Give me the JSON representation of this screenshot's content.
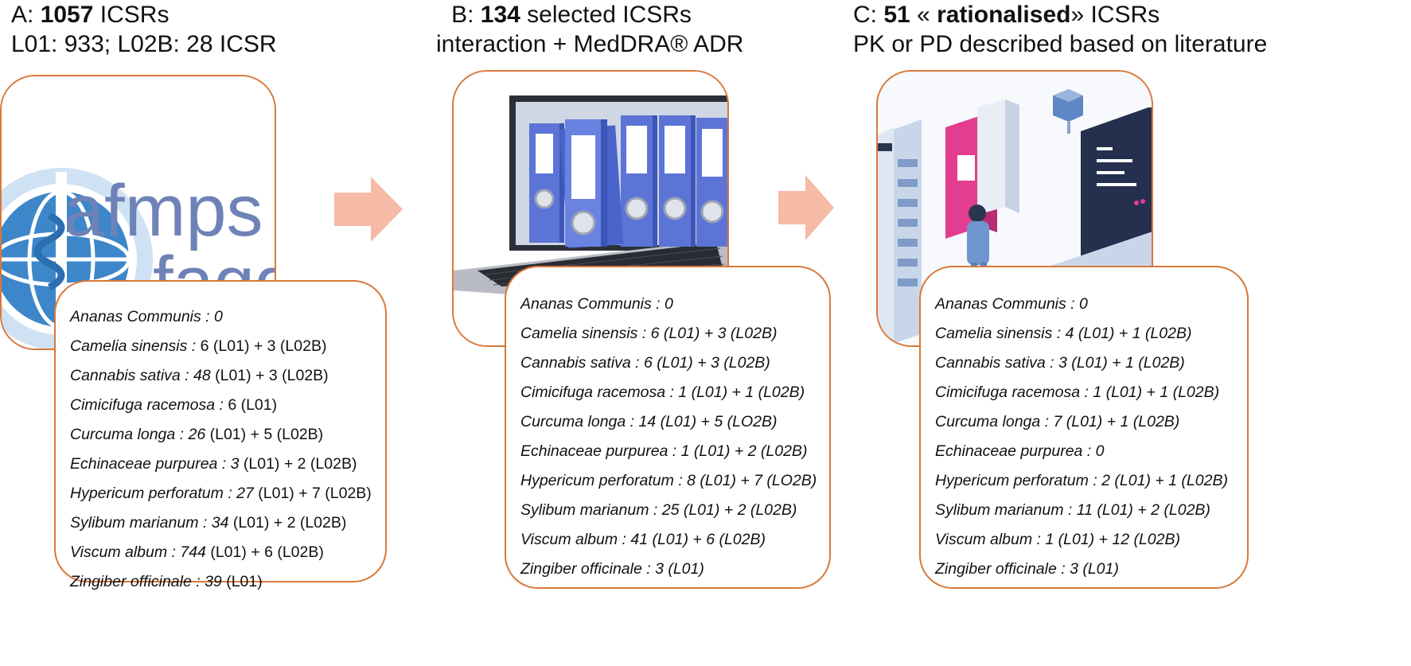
{
  "panels": [
    {
      "heading": {
        "prefix": "A: ",
        "bold": "1057",
        "rest": " ICSRs",
        "line2": "L01: 933; L02B: 28 ICSR"
      },
      "image": {
        "icon": "afmps-fagg-logo",
        "logo_text_1": "afmps",
        "logo_text_2": "fagg"
      },
      "items": [
        {
          "name": "Ananas Communis : 0",
          "value": ""
        },
        {
          "name": "Camelia sinensis : ",
          "value": "6 (L01) + 3 (L02B)"
        },
        {
          "name": "Cannabis sativa : 48",
          "value": " (L01) + 3 (L02B)"
        },
        {
          "name": "Cimicifuga racemosa : ",
          "value": "6 (L01)"
        },
        {
          "name": "Curcuma longa : 26",
          "value": " (L01) + 5 (L02B)"
        },
        {
          "name": "Echinaceae purpurea : 3",
          "value": " (L01) + 2 (L02B)"
        },
        {
          "name": "Hypericum perforatum : 27",
          "value": " (L01) + 7 (L02B)"
        },
        {
          "name": "Sylibum marianum : 34",
          "value": " (L01) + 2  (L02B)"
        },
        {
          "name": "Viscum album : 744",
          "value": " (L01) + 6 (L02B)"
        },
        {
          "name": "Zingiber officinale : 39",
          "value": " (L01)"
        }
      ]
    },
    {
      "heading": {
        "prefix": "B: ",
        "bold": "134",
        "rest": " selected ICSRs",
        "line2": "interaction + MedDRA® ADR"
      },
      "image": {
        "icon": "laptop-binders-illustration"
      },
      "items": [
        {
          "text": "Ananas Communis : 0"
        },
        {
          "text": "Camelia sinensis : 6 (L01) + 3 (L02B)"
        },
        {
          "text": "Cannabis sativa : 6 (L01) + 3 (L02B)"
        },
        {
          "text": "Cimicifuga racemosa : 1 (L01) + 1 (L02B)"
        },
        {
          "text": "Curcuma longa : 14 (L01) + 5 (LO2B)"
        },
        {
          "text": "Echinaceae purpurea : 1 (L01) + 2 (L02B)"
        },
        {
          "text": "Hypericum perforatum : 8 (L01) + 7 (LO2B)"
        },
        {
          "text": "Sylibum marianum : 25 (L01)  + 2 (L02B)"
        },
        {
          "text": "Viscum album : 41 (L01) + 6 (L02B)"
        },
        {
          "text": "Zingiber officinale : 3 (L01)"
        }
      ]
    },
    {
      "heading": {
        "prefix": "C: ",
        "bold": "51",
        "mid": " « ",
        "bold2": "rationalised",
        "rest": "» ICSRs",
        "line2": "PK or PD described based on literature"
      },
      "image": {
        "icon": "server-books-illustration"
      },
      "items": [
        {
          "text": "Ananas Communis : 0"
        },
        {
          "text": "Camelia sinensis : 4 (L01) + 1 (L02B)"
        },
        {
          "text": "Cannabis sativa : 3 (L01) + 1 (L02B)"
        },
        {
          "text": "Cimicifuga racemosa : 1 (L01) + 1 (L02B)"
        },
        {
          "text": "Curcuma longa :  7 (L01) + 1 (L02B)"
        },
        {
          "text": "Echinaceae purpurea : 0"
        },
        {
          "text": "Hypericum perforatum : 2 (L01) + 1 (L02B)"
        },
        {
          "text": "Sylibum marianum : 11 (L01) + 2 (L02B)"
        },
        {
          "text": "Viscum album : 1 (L01) + 12 (L02B)"
        },
        {
          "text": "Zingiber officinale : 3 (L01)"
        }
      ]
    }
  ],
  "colors": {
    "box_border": "#d9783a",
    "arrow": "#f5bba6",
    "logo_blue": "#6f82b8",
    "binder_blue": "#5b74d6"
  }
}
